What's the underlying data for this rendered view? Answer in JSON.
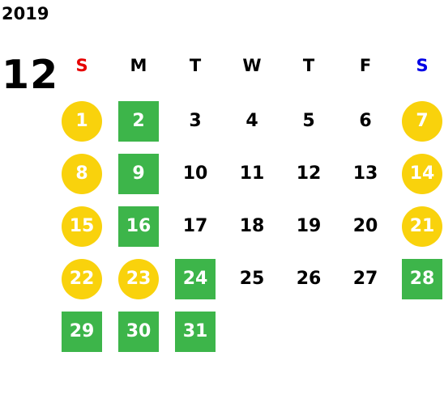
{
  "calendar": {
    "year": "2019",
    "month": "12",
    "weekdays": [
      {
        "label": "S",
        "color": "#e60000"
      },
      {
        "label": "M",
        "color": "#000000"
      },
      {
        "label": "T",
        "color": "#000000"
      },
      {
        "label": "W",
        "color": "#000000"
      },
      {
        "label": "T",
        "color": "#000000"
      },
      {
        "label": "F",
        "color": "#000000"
      },
      {
        "label": "S",
        "color": "#0000e6"
      }
    ],
    "colors": {
      "holiday_circle": "#f9d20c",
      "closed_square": "#3db54a"
    },
    "days": [
      {
        "label": "1",
        "style": "circle"
      },
      {
        "label": "2",
        "style": "square"
      },
      {
        "label": "3",
        "style": "plain"
      },
      {
        "label": "4",
        "style": "plain"
      },
      {
        "label": "5",
        "style": "plain"
      },
      {
        "label": "6",
        "style": "plain"
      },
      {
        "label": "7",
        "style": "circle"
      },
      {
        "label": "8",
        "style": "circle"
      },
      {
        "label": "9",
        "style": "square"
      },
      {
        "label": "10",
        "style": "plain"
      },
      {
        "label": "11",
        "style": "plain"
      },
      {
        "label": "12",
        "style": "plain"
      },
      {
        "label": "13",
        "style": "plain"
      },
      {
        "label": "14",
        "style": "circle"
      },
      {
        "label": "15",
        "style": "circle"
      },
      {
        "label": "16",
        "style": "square"
      },
      {
        "label": "17",
        "style": "plain"
      },
      {
        "label": "18",
        "style": "plain"
      },
      {
        "label": "19",
        "style": "plain"
      },
      {
        "label": "20",
        "style": "plain"
      },
      {
        "label": "21",
        "style": "circle"
      },
      {
        "label": "22",
        "style": "circle"
      },
      {
        "label": "23",
        "style": "circle"
      },
      {
        "label": "24",
        "style": "square"
      },
      {
        "label": "25",
        "style": "plain"
      },
      {
        "label": "26",
        "style": "plain"
      },
      {
        "label": "27",
        "style": "plain"
      },
      {
        "label": "28",
        "style": "square"
      },
      {
        "label": "29",
        "style": "square"
      },
      {
        "label": "30",
        "style": "square"
      },
      {
        "label": "31",
        "style": "square"
      }
    ]
  }
}
